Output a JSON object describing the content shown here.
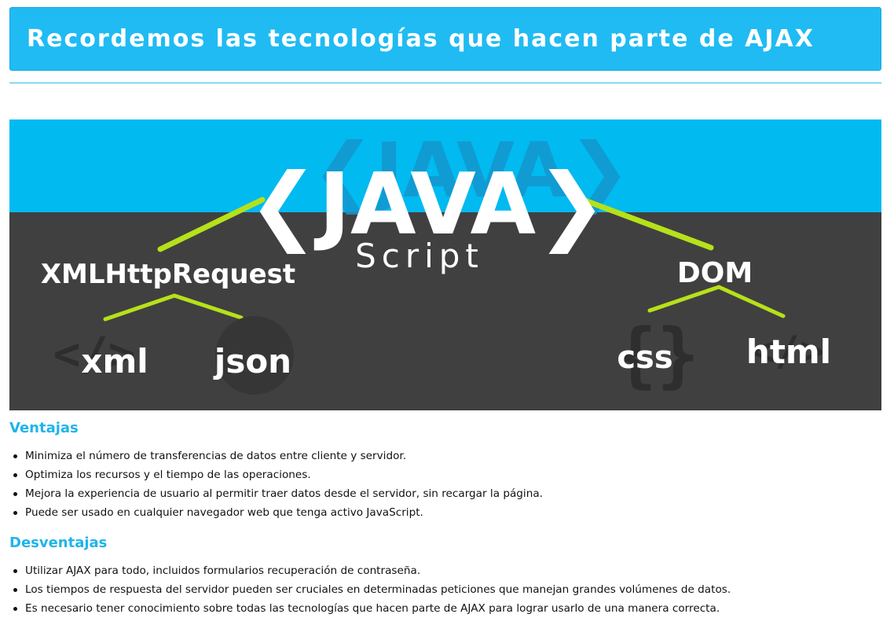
{
  "header": {
    "title": "Recordemos las tecnologías que hacen parte de AJAX"
  },
  "hero": {
    "colors": {
      "top": "#00baf0",
      "bottom": "#404040",
      "accent": "#b6e11a",
      "text": "#ffffff"
    },
    "logo_main": "❮JAVA❯",
    "logo_sub": "Script",
    "nodes": {
      "xhr": "XMLHttpRequest",
      "dom": "DOM",
      "xml": "xml",
      "json": "json",
      "css": "css",
      "html": "html"
    }
  },
  "advantages": {
    "heading": "Ventajas",
    "items": [
      "Minimiza el número de transferencias de datos entre cliente y servidor.",
      "Optimiza los recursos y el tiempo de las operaciones.",
      "Mejora la experiencia de usuario al permitir traer datos desde el servidor, sin recargar la página.",
      "Puede ser usado en cualquier navegador web que tenga activo JavaScript."
    ]
  },
  "disadvantages": {
    "heading": "Desventajas",
    "items": [
      "Utilizar AJAX para todo, incluidos formularios recuperación de contraseña.",
      "Los tiempos de respuesta del servidor pueden ser cruciales en determinadas peticiones que manejan grandes volúmenes de datos.",
      "Es necesario tener conocimiento sobre todas las tecnologías que hacen parte de AJAX para lograr usarlo de una manera correcta."
    ]
  }
}
